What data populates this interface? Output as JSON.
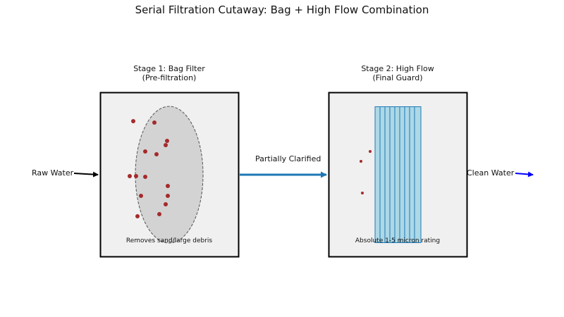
{
  "title": "Serial Filtration Cutaway: Bag + High Flow Combination",
  "stages": [
    {
      "title": "Stage 1: Bag Filter",
      "subtitle": "(Pre-filtration)",
      "note": "Removes sand/large debris"
    },
    {
      "title": "Stage 2: High Flow",
      "subtitle": "(Final Guard)",
      "note": "Absolute 1-5 micron rating"
    }
  ],
  "flows": {
    "inlet": "Raw Water",
    "middle": "Partially Clarified",
    "outlet": "Clean Water"
  },
  "colors": {
    "box_fill": "#f0f0f0",
    "bag_fill": "#d3d3d3",
    "particle": "#a52a2a",
    "cartridge_fill": "#add8e6",
    "cartridge_stroke": "#1f77b4",
    "middle_arrow": "#1f77b4",
    "outlet_arrow": "#0000ff",
    "inlet_arrow": "#000000"
  }
}
